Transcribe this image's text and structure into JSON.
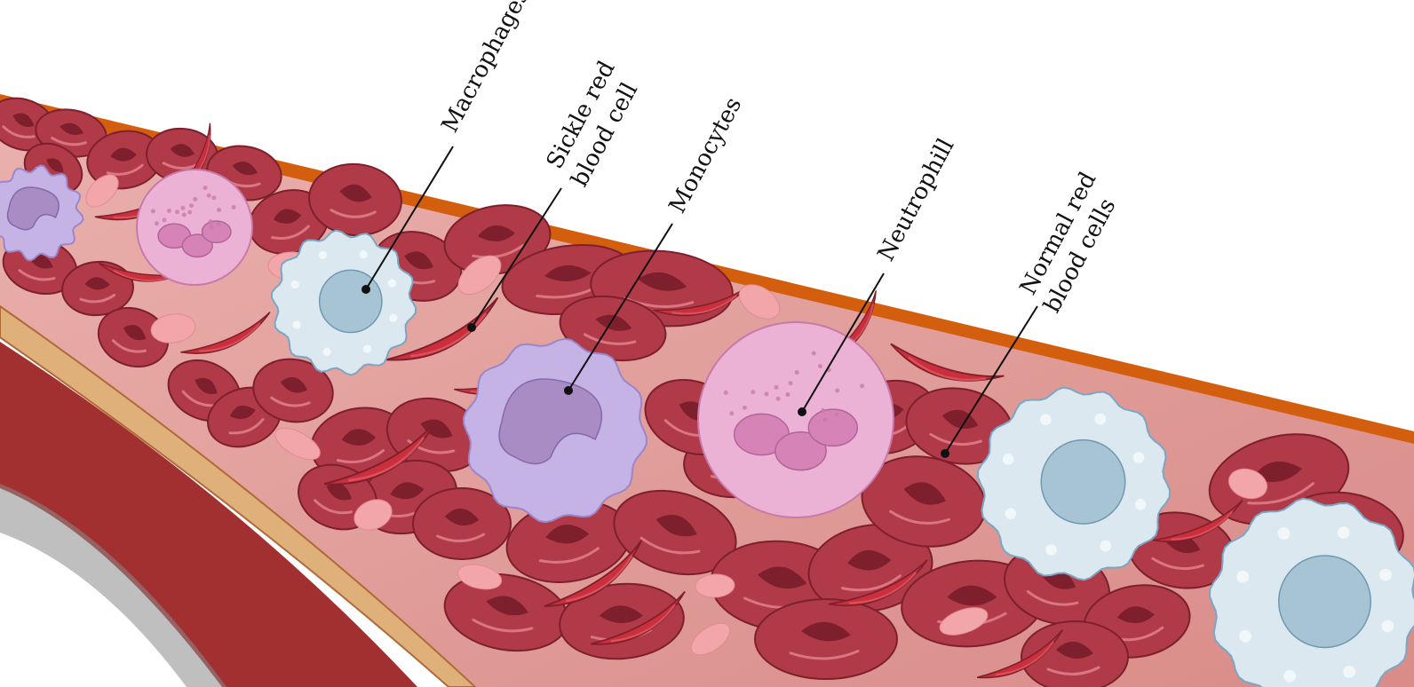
{
  "labels": {
    "macrophages": "Macrophages",
    "sickle_line1": "Sickle red",
    "sickle_line2": "blood cell",
    "monocytes": "Monocytes",
    "neutrophil": "Neutrophill",
    "normal_line1": "Normal red",
    "normal_line2": "blood cells"
  },
  "colors": {
    "vessel_wall_outer": "#d35f0e",
    "vessel_lumen": "#e7a6a2",
    "vessel_tissue": "#a33030",
    "vessel_inner_wall": "#e0b07a",
    "rbc_fill": "#b13a48",
    "rbc_dark": "#7d1f2c",
    "rbc_highlight": "#e9909a",
    "sickle_fill": "#cc2f3c",
    "platelet": "#f2a6aa",
    "macrophage_fill": "#dce8ef",
    "macrophage_nucleus": "#a7c4d4",
    "monocyte_fill": "#c6b3e6",
    "monocyte_nucleus": "#a98cc4",
    "neutrophil_fill": "#ecb2d6",
    "neutrophil_nucleus": "#d684b8",
    "leader_line": "#111111"
  }
}
